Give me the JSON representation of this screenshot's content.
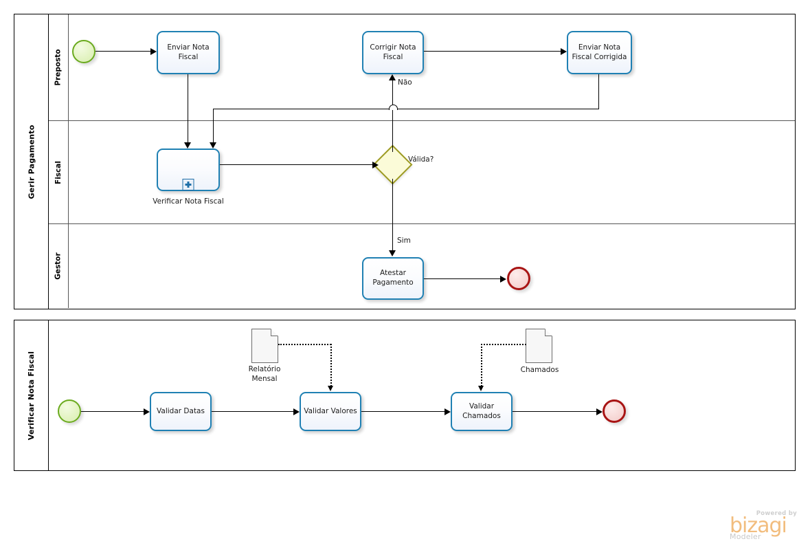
{
  "diagram": {
    "type": "bpmn",
    "title": "Gerir Pagamento / Verificar Nota Fiscal"
  },
  "pools": [
    {
      "name": "Gerir Pagamento",
      "lanes": [
        {
          "name": "Preposto"
        },
        {
          "name": "Fiscal"
        },
        {
          "name": "Gestor"
        }
      ]
    },
    {
      "name": "Verificar Nota Fiscal",
      "lanes": []
    }
  ],
  "tasks": {
    "enviar_nota_fiscal": "Enviar Nota\nFiscal",
    "enviar_nota_fiscal_l1": "Enviar Nota",
    "enviar_nota_fiscal_l2": "Fiscal",
    "corrigir_nota_fiscal_l1": "Corrigir Nota",
    "corrigir_nota_fiscal_l2": "Fiscal",
    "enviar_nota_corrigida_l1": "Enviar Nota",
    "enviar_nota_corrigida_l2": "Fiscal Corrigida",
    "verificar_nota_fiscal": "Verificar Nota Fiscal",
    "atestar_pagamento_l1": "Atestar",
    "atestar_pagamento_l2": "Pagamento",
    "validar_datas": "Validar Datas",
    "validar_valores": "Validar Valores",
    "validar_chamados_l1": "Validar",
    "validar_chamados_l2": "Chamados"
  },
  "gateway": {
    "label": "Válida?"
  },
  "flow_labels": {
    "nao": "Não",
    "sim": "Sim"
  },
  "data_objects": {
    "relatorio_mensal_l1": "Relatório",
    "relatorio_mensal_l2": "Mensal",
    "chamados": "Chamados"
  },
  "branding": {
    "powered_by": "Powered by",
    "name": "bizagi",
    "product": "Modeler"
  },
  "colors": {
    "task_border": "#1f80b3",
    "start_event": "#6aaa1e",
    "end_event": "#a81414",
    "gateway_border": "#9c9a22",
    "gateway_fill": "#fbfbd8",
    "logo": "#f2bd7e",
    "pool_border": "#000000"
  }
}
